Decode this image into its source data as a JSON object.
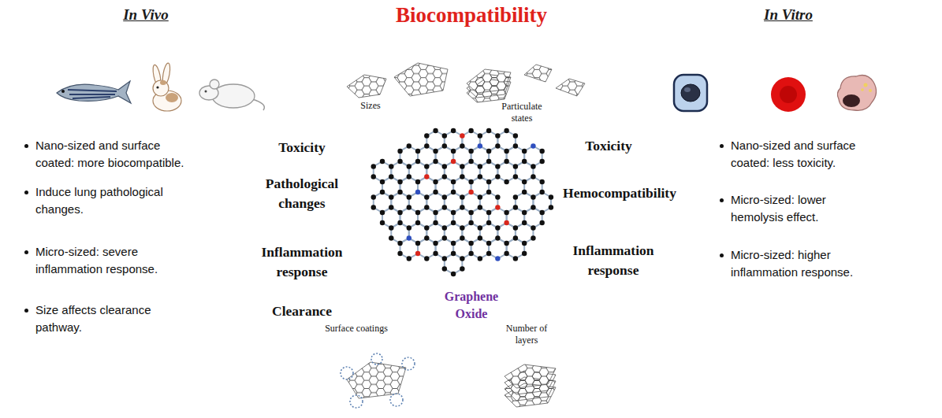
{
  "diagram": {
    "nodes": [
      {
        "text": [
          "In Vivo",
          "Nano-sized and surface coated: more biocompatible.",
          "Induce lung pathological changes.",
          "Micro-sized: severe inflammation response.",
          "Size affects clearance pathway."
        ]
      },
      {
        "text": [
          "Toxicity",
          "Pathological changes",
          "Inflammation response",
          "Clearance"
        ]
      },
      {
        "text": [
          "Biocompatibility",
          "Sizes",
          "Particulate states",
          "Graphene Oxide",
          "Surface coatings",
          "Number of layers"
        ]
      },
      {
        "text": [
          "Toxicity",
          "Hemocompatibility",
          "Inflammation response"
        ]
      },
      {
        "text": [
          "In Vitro",
          "Nano-sized and surface coated: less toxicity.",
          "Micro-sized: lower hemolysis effect.",
          "Micro-sized: higher inflammation response."
        ]
      }
    ]
  }
}
